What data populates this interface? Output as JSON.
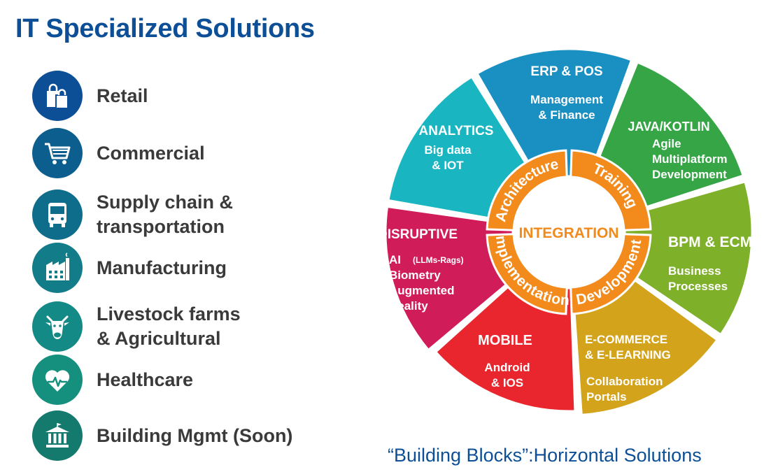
{
  "title": "IT Specialized Solutions",
  "sectors": [
    {
      "lines": [
        "Retail"
      ],
      "icon": "shopping-bags-icon",
      "color": "#0d4f96"
    },
    {
      "lines": [
        "Commercial"
      ],
      "icon": "shopping-cart-icon",
      "color": "#0b5e8e"
    },
    {
      "lines": [
        "Supply chain &",
        "transportation"
      ],
      "icon": "bus-icon",
      "color": "#0f6d8c"
    },
    {
      "lines": [
        "Manufacturing"
      ],
      "icon": "factory-icon",
      "color": "#127c89"
    },
    {
      "lines": [
        "Livestock farms",
        "& Agricultural"
      ],
      "icon": "cow-icon",
      "color": "#148a86"
    },
    {
      "lines": [
        "Healthcare"
      ],
      "icon": "heart-pulse-icon",
      "color": "#15907f"
    },
    {
      "lines": [
        "Building Mgmt (Soon)"
      ],
      "icon": "building-icon",
      "color": "#157a6e"
    }
  ],
  "wheel": {
    "center_label": "INTEGRATION",
    "ring_color": "#f28a1c",
    "ring": [
      {
        "label": "Architecture"
      },
      {
        "label": "Training"
      },
      {
        "label": "Development"
      },
      {
        "label": "Implementation"
      }
    ],
    "segments": [
      {
        "title": "ERP & POS",
        "lines": [
          "Management",
          "& Finance"
        ],
        "color": "#1a8fc2"
      },
      {
        "title": "JAVA/KOTLIN",
        "lines": [
          "Agile",
          "Multiplatform",
          "Development"
        ],
        "color": "#36a546"
      },
      {
        "title": "BPM & ECM",
        "lines": [
          "Business",
          "Processes"
        ],
        "color": "#7fb02a"
      },
      {
        "title": "E-COMMERCE",
        "title2": "& E-LEARNING",
        "lines": [
          "Collaboration",
          "Portals"
        ],
        "color": "#d3a31c"
      },
      {
        "title": "MOBILE",
        "lines": [
          "Android",
          "& IOS"
        ],
        "color": "#e9262d"
      },
      {
        "title": "DISRUPTIVE",
        "ai": "AI",
        "ai_note": "(LLMs-Rags)",
        "lines": [
          "Biometry",
          "Augmented",
          "Reality"
        ],
        "color": "#d01d5a"
      },
      {
        "title": "ANALYTICS",
        "lines": [
          "Big data",
          "& IOT"
        ],
        "color": "#19b6c1"
      }
    ]
  },
  "caption": "“Building Blocks”:Horizontal Solutions"
}
